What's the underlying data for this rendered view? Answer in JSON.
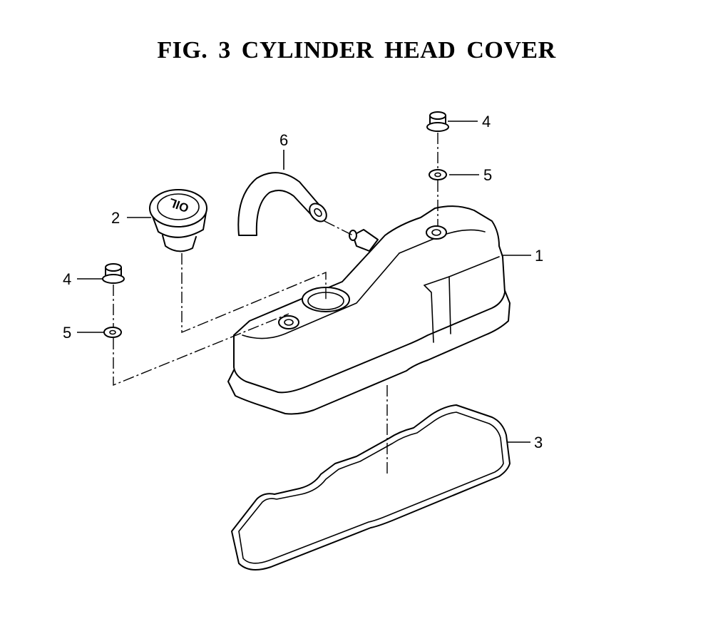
{
  "title": "FIG. 3  CYLINDER HEAD COVER",
  "callouts": {
    "cover": "1",
    "oil_cap": "2",
    "gasket": "3",
    "nut_top": "4",
    "washer_top": "5",
    "hose": "6",
    "nut_left": "4",
    "washer_left": "5"
  },
  "oil_cap_text": "OIL"
}
